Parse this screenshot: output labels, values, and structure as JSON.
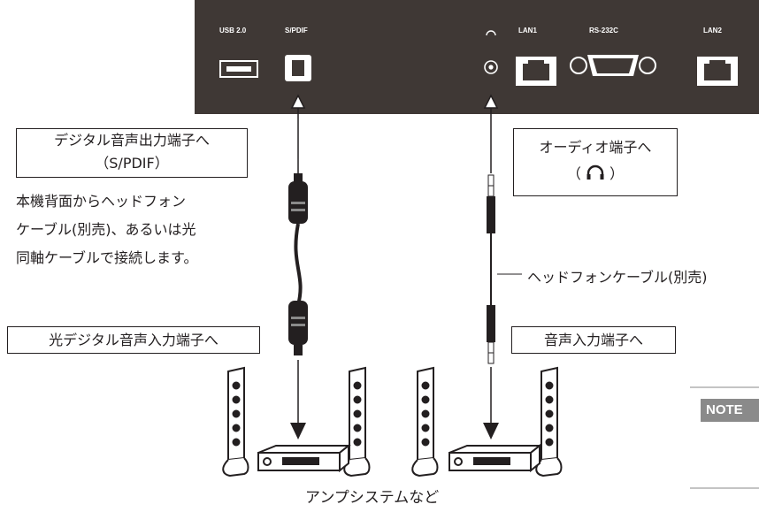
{
  "panel": {
    "ports": [
      {
        "label": "USB 2.0"
      },
      {
        "label": "S/PDIF"
      },
      {
        "label": "LAN1"
      },
      {
        "label": "RS-232C"
      },
      {
        "label": "LAN2"
      }
    ],
    "headphone_symbol": "⌒"
  },
  "left": {
    "box_line1": "デジタル音声出力端子へ",
    "box_line2": "（S/PDIF）",
    "note_line1": "本機背面からヘッドフォン",
    "note_line2": "ケーブル(別売)、あるいは光",
    "note_line3": "同軸ケーブルで接続します。",
    "input_box": "光デジタル音声入力端子へ"
  },
  "right": {
    "box_line1": "オーディオ端子へ",
    "box_line2_open": "（",
    "box_line2_close": "）",
    "cable_label": "ヘッドフォンケーブル(別売)",
    "input_box": "音声入力端子へ"
  },
  "footer_label": "アンプシステムなど",
  "note_badge": "NOTE",
  "colors": {
    "panel": "#3f3835",
    "line": "#231f20",
    "badge": "#8a8a8a"
  }
}
